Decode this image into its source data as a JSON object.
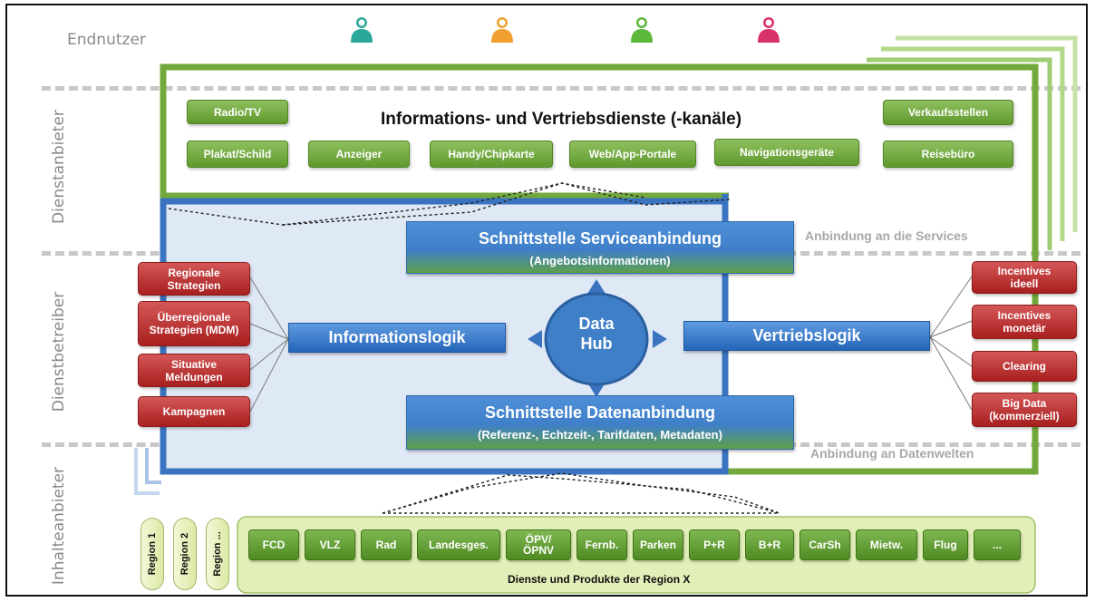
{
  "rows": {
    "endnutzer": "Endnutzer",
    "dienstanbieter": "Dienstanbieter",
    "dienstbetreiber": "Dienstbetreiber",
    "inhalteanbieter": "Inhalteanbieter"
  },
  "user_colors": [
    "#2aa89a",
    "#f0a030",
    "#5cb83a",
    "#d8306a"
  ],
  "services": {
    "title": "Informations- und Vertriebsdienste (-kanäle)",
    "channels": [
      "Radio/TV",
      "Plakat/Schild",
      "Anzeiger",
      "Handy/Chipkarte",
      "Web/App-Portale",
      "Navigationsgeräte",
      "Verkaufsstellen",
      "Reisebüro"
    ]
  },
  "interfaces": {
    "service": {
      "title": "Schnittstelle  Serviceanbindung",
      "subtitle": "(Angebotsinformationen)"
    },
    "data": {
      "title": "Schnittstelle  Datenanbindung",
      "subtitle": "(Referenz-, Echtzeit-, Tarifdaten, Metadaten)"
    }
  },
  "annotations": {
    "services_link": "Anbindung an die Services",
    "data_link": "Anbindung an Datenwelten"
  },
  "hub": {
    "line1": "Data",
    "line2": "Hub"
  },
  "logic": {
    "info": "Informationslogik",
    "sales": "Vertriebslogik"
  },
  "left_inputs": [
    {
      "line1": "Regionale",
      "line2": "Strategien",
      "bold2": ""
    },
    {
      "line1": "Überregionale",
      "line2": "Strategien (",
      "bold2": "MDM",
      "tail2": ")"
    },
    {
      "line1": "Situative",
      "line2": "Meldungen",
      "bold2": ""
    },
    {
      "line1": "Kampagnen",
      "line2": "",
      "bold2": ""
    }
  ],
  "right_outputs": [
    {
      "line1": "Incentives",
      "line2": "ideell"
    },
    {
      "line1": "Incentives",
      "line2": "monetär"
    },
    {
      "line1": "Clearing",
      "line2": ""
    },
    {
      "line1": "Big Data",
      "line2": "(kommerziell)"
    }
  ],
  "regions": [
    "Region 1",
    "Region 2",
    "Region ..."
  ],
  "content": {
    "items": [
      "FCD",
      "VLZ",
      "Rad",
      "Landesges.",
      "ÖPV/\nÖPNV",
      "Fernb.",
      "Parken",
      "P+R",
      "B+R",
      "CarSh",
      "Mietw.",
      "Flug",
      "..."
    ],
    "caption": "Dienste und Produkte der Region X"
  }
}
